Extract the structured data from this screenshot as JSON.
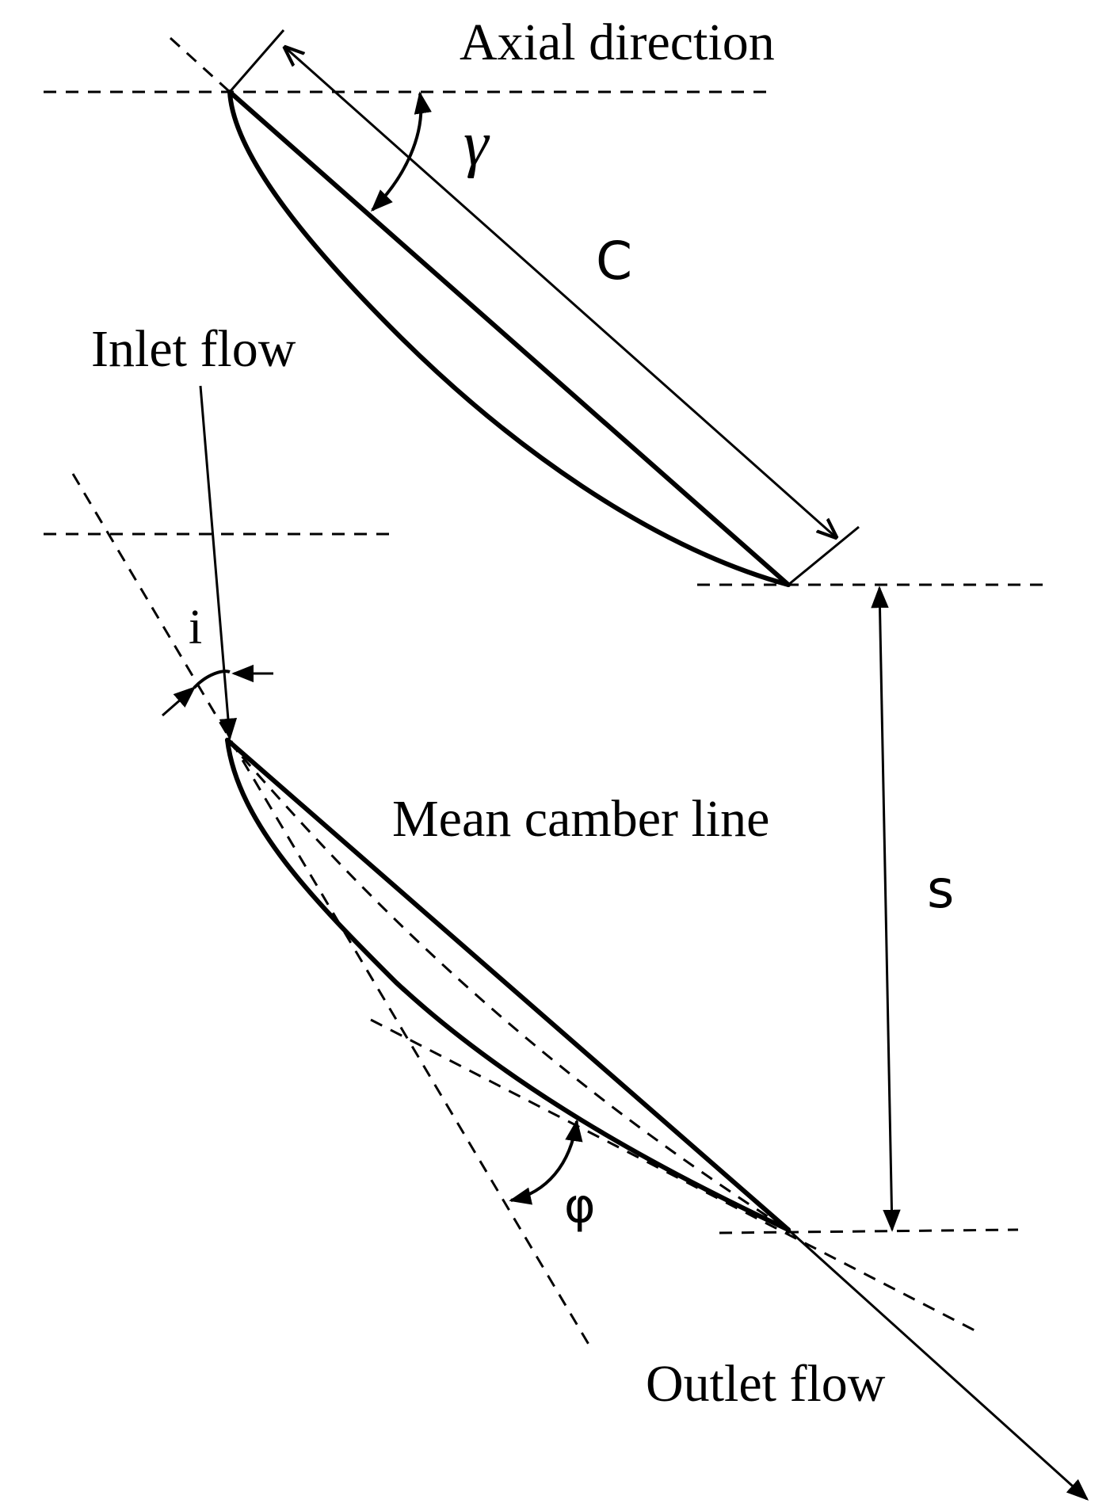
{
  "labels": {
    "axial_direction": "Axial direction",
    "stagger_angle_symbol": "γ",
    "chord_symbol": "C",
    "inlet_flow": "Inlet flow",
    "incidence_symbol": "i",
    "mean_camber_line": "Mean camber line",
    "pitch_symbol": "s",
    "camber_angle_symbol": "φ",
    "outlet_flow": "Outlet flow"
  }
}
